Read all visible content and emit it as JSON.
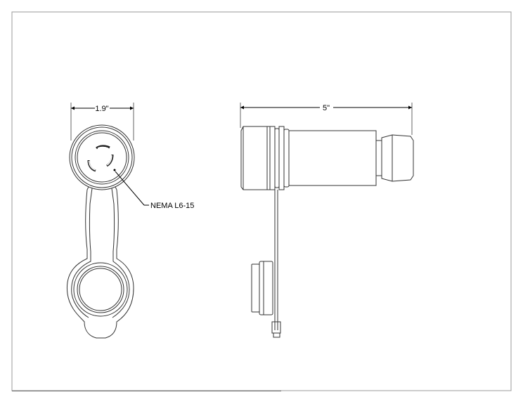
{
  "front_view": {
    "width_dimension": "1.9\"",
    "callout": "NEMA L6-15"
  },
  "side_view": {
    "length_dimension": "5\""
  }
}
